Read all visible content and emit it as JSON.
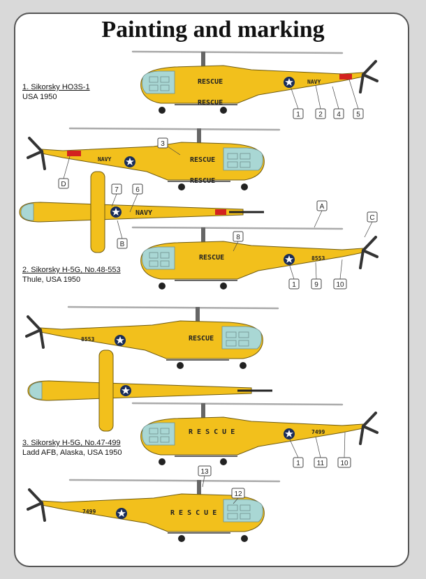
{
  "title": "Painting and marking",
  "variants": [
    {
      "line1": "1. Sikorsky HO3S-1",
      "line2": "USA 1950"
    },
    {
      "line1": "2. Sikorsky H-5G, No.48-553",
      "line2": "Thule, USA 1950"
    },
    {
      "line1": "3. Sikorsky H-5G, No.47-499",
      "line2": "Ladd AFB, Alaska, USA 1950"
    }
  ],
  "markings": {
    "rescue": "RESCUE",
    "rescue_spaced": "R E S C U E",
    "navy": "NAVY",
    "serial_2": "8553",
    "serial_3": "7499"
  },
  "callouts": {
    "c1": "1",
    "c2": "2",
    "c3": "3",
    "c4": "4",
    "c5": "5",
    "c6": "6",
    "c7": "7",
    "c8": "8",
    "c9": "9",
    "c10": "10",
    "c11": "11",
    "c12": "12",
    "c13": "13",
    "cA": "A",
    "cB": "B",
    "cC": "C",
    "cD": "D"
  },
  "colors": {
    "yellow": "#f2c01c",
    "glass": "#a9d7d4",
    "insignia_blue": "#1a2d5a",
    "red": "#d3221f"
  }
}
